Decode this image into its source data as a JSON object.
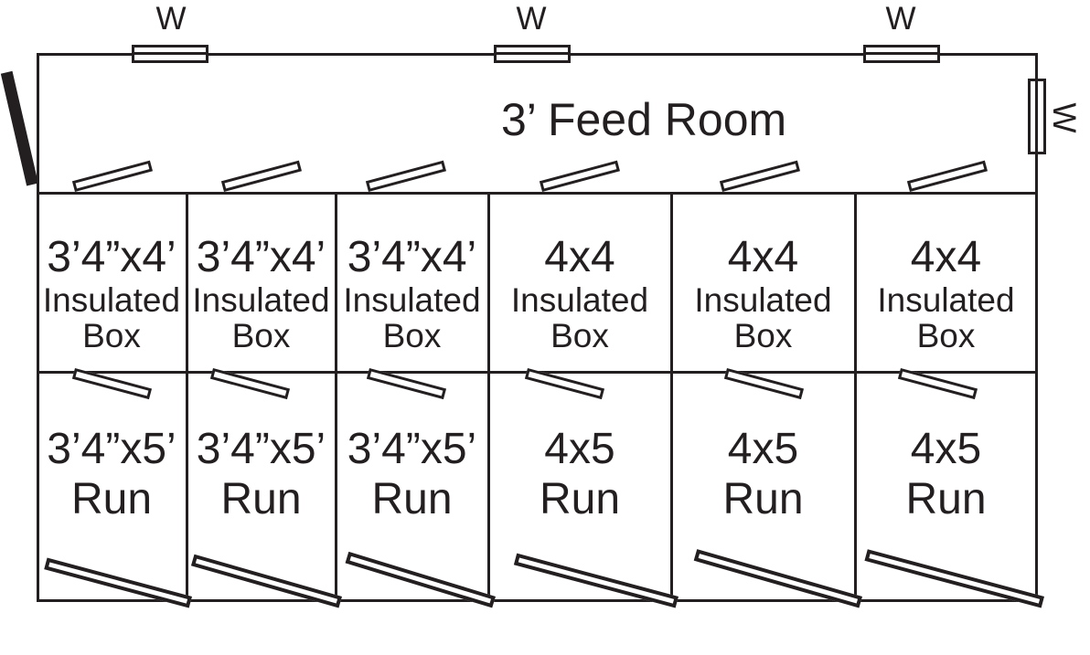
{
  "diagram": {
    "colors": {
      "line": "#231f20",
      "background": "#ffffff"
    },
    "feed_room": {
      "label": "3’ Feed Room"
    },
    "windows": [
      {
        "position": "top-left",
        "label": "W"
      },
      {
        "position": "top-middle",
        "label": "W"
      },
      {
        "position": "top-right",
        "label": "W"
      },
      {
        "position": "right-wall",
        "label": "W"
      }
    ],
    "columns": [
      {
        "box_size": "3’4”x4’",
        "box_line2": "Insulated",
        "box_line3": "Box",
        "run_size": "3’4”x5’",
        "run_label": "Run"
      },
      {
        "box_size": "3’4”x4’",
        "box_line2": "Insulated",
        "box_line3": "Box",
        "run_size": "3’4”x5’",
        "run_label": "Run"
      },
      {
        "box_size": "3’4”x4’",
        "box_line2": "Insulated",
        "box_line3": "Box",
        "run_size": "3’4”x5’",
        "run_label": "Run"
      },
      {
        "box_size": "4x4",
        "box_line2": "Insulated",
        "box_line3": "Box",
        "run_size": "4x5",
        "run_label": "Run"
      },
      {
        "box_size": "4x4",
        "box_line2": "Insulated",
        "box_line3": "Box",
        "run_size": "4x5",
        "run_label": "Run"
      },
      {
        "box_size": "4x4",
        "box_line2": "Insulated",
        "box_line3": "Box",
        "run_size": "4x5",
        "run_label": "Run"
      }
    ]
  }
}
